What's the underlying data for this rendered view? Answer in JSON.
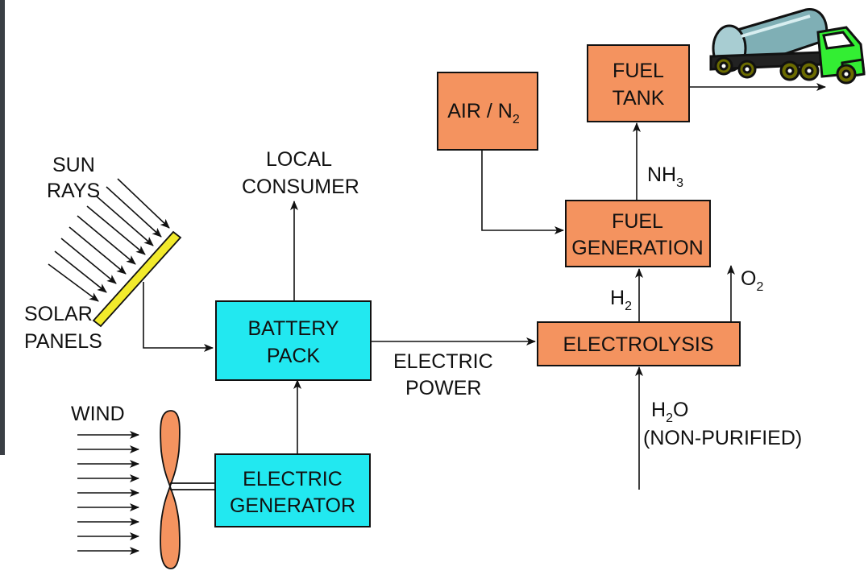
{
  "colors": {
    "process": "#F4935F",
    "storage": "#22E8F0",
    "panel": "#F2EA2C",
    "blade": "#F4935F",
    "truck_cab": "#33EE33",
    "truck_tank": "#7FAFB5",
    "line": "#111111"
  },
  "labels": {
    "sun_rays_1": "SUN",
    "sun_rays_2": "RAYS",
    "solar_panels_1": "SOLAR",
    "solar_panels_2": "PANELS",
    "wind": "WIND",
    "local_consumer_1": "LOCAL",
    "local_consumer_2": "CONSUMER",
    "electric_power_1": "ELECTRIC",
    "electric_power_2": "POWER",
    "h2o": "H",
    "h2o_sub": "2",
    "h2o_tail": "O",
    "non_purified": "(NON-PURIFIED)",
    "h2": "H",
    "h2_sub": "2",
    "o2": "O",
    "o2_sub": "2",
    "nh3": "NH",
    "nh3_sub": "3"
  },
  "boxes": {
    "battery_pack_1": "BATTERY",
    "battery_pack_2": "PACK",
    "electric_generator_1": "ELECTRIC",
    "electric_generator_2": "GENERATOR",
    "electrolysis": "ELECTROLYSIS",
    "fuel_generation_1": "FUEL",
    "fuel_generation_2": "GENERATION",
    "air_n2": "AIR / N",
    "air_n2_sub": "2",
    "fuel_tank_1": "FUEL",
    "fuel_tank_2": "TANK"
  },
  "icons": [
    "sun-ray-arrows-icon",
    "solar-panel-icon",
    "wind-arrows-icon",
    "wind-turbine-blade-icon",
    "tanker-truck-icon"
  ]
}
